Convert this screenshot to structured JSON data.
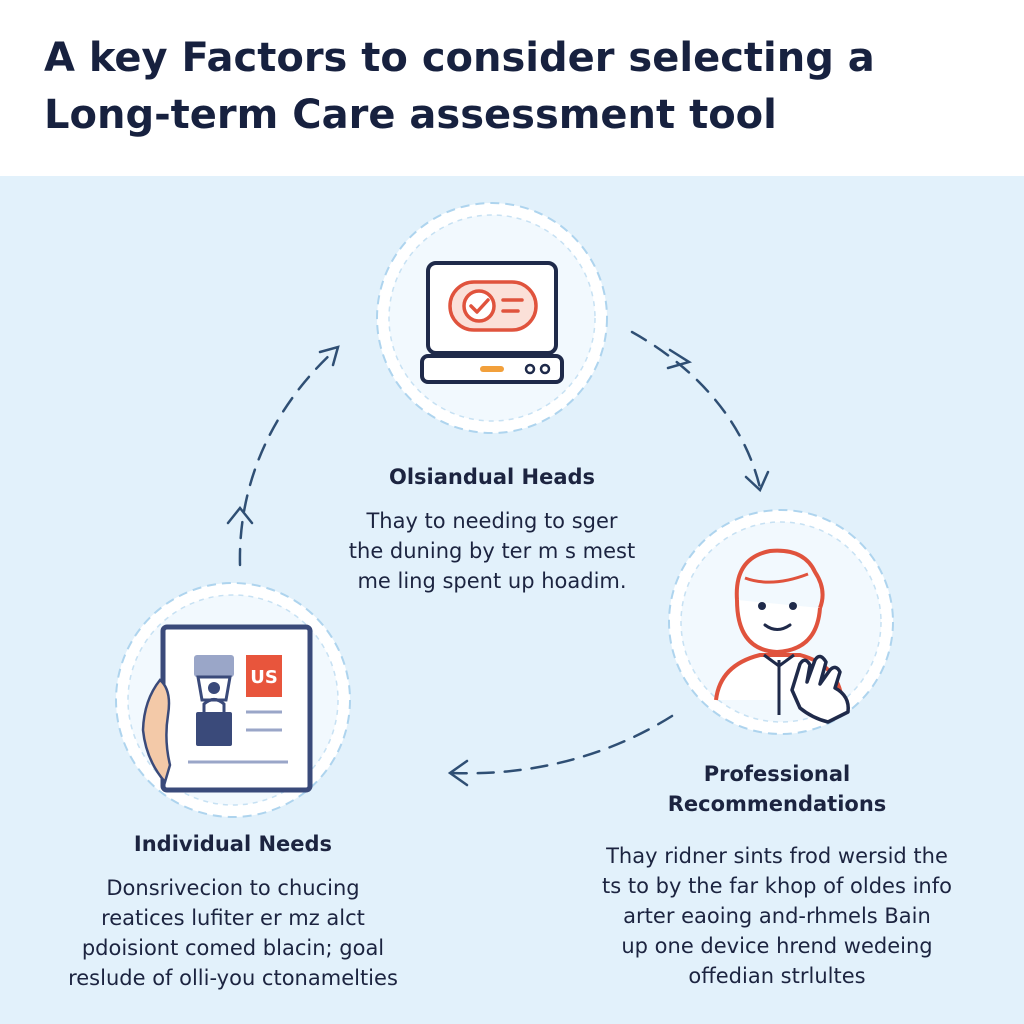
{
  "title": {
    "line1": "A key Factors to consider selecting a",
    "line2": "Long-term Care assessment tool"
  },
  "nodes": {
    "top": {
      "heading": "Olsiandual Heads",
      "desc": [
        "Thay to needing to sger",
        "the duning by ter m s mest",
        "me ling spent up hoadim."
      ],
      "icon": "laptop-check-icon"
    },
    "left": {
      "heading": "Individual Needs",
      "desc": [
        "Donsrivecion to chucing",
        "reatices lufiter  er mz alct",
        "pdoisiont comed blacin; goal",
        "reslude of olli-you ctonamelties"
      ],
      "icon": "tablet-document-icon",
      "badge": "US"
    },
    "right": {
      "heading_line1": "Professional",
      "heading_line2": "Recommendations",
      "desc": [
        "Thay ridner sints frod wersid the",
        "ts to by the far khop of oldes info",
        "arter eaoing and-rhmels Bain",
        "up one device hrend wedeing",
        "offedian strlultes"
      ],
      "icon": "professional-person-icon"
    }
  },
  "colors": {
    "title": "#17213f",
    "background": "#e2f1fb",
    "arrow": "#2f4f74",
    "accent": "#e0533d",
    "orange": "#f2a03b",
    "navy": "#1f2a4a"
  }
}
